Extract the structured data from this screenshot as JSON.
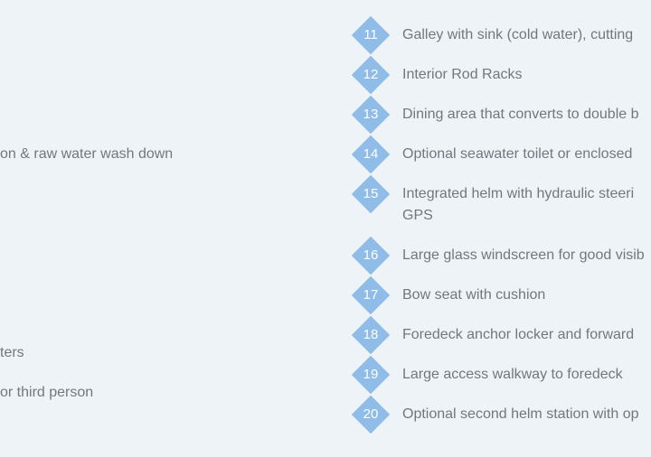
{
  "left_column": {
    "fragments": [
      "on & raw water wash down",
      "ters",
      "or third person"
    ]
  },
  "features": [
    {
      "number": "11",
      "text": "Galley with sink (cold water), cutting"
    },
    {
      "number": "12",
      "text": "Interior Rod Racks"
    },
    {
      "number": "13",
      "text": "Dining area that converts to double b"
    },
    {
      "number": "14",
      "text": "Optional seawater toilet or enclosed"
    },
    {
      "number": "15",
      "text": "Integrated helm with hydraulic steeri GPS"
    },
    {
      "number": "16",
      "text": "Large glass windscreen for good visib"
    },
    {
      "number": "17",
      "text": "Bow seat with cushion"
    },
    {
      "number": "18",
      "text": "Foredeck anchor locker and forward"
    },
    {
      "number": "19",
      "text": "Large access walkway to foredeck"
    },
    {
      "number": "20",
      "text": "Optional second helm station with op"
    }
  ],
  "colors": {
    "background": "#eef3f7",
    "badge": "#8fbde8",
    "text": "#70787f"
  }
}
